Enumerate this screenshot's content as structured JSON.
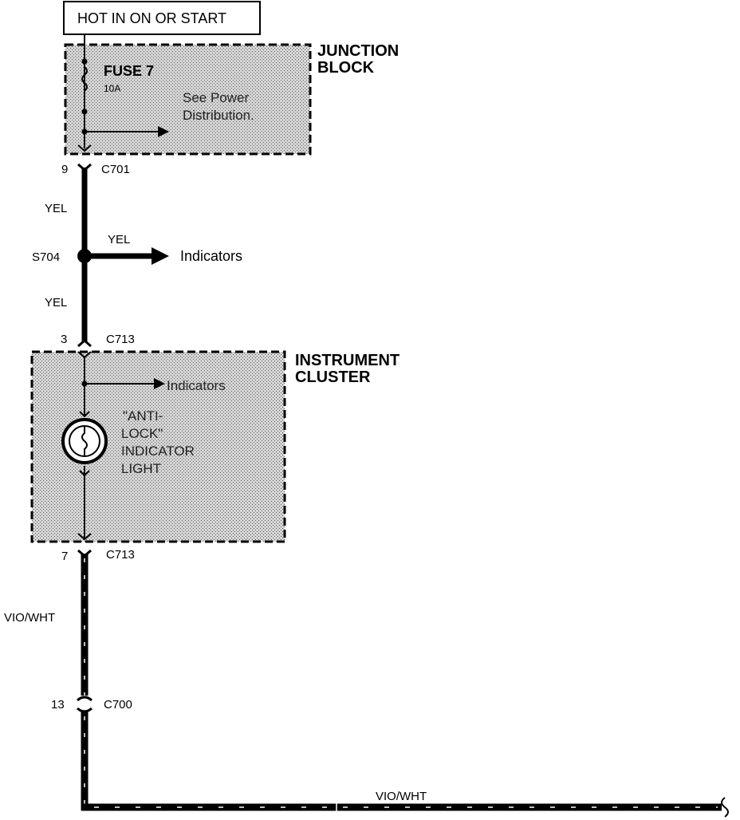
{
  "power_label": "HOT IN ON OR START",
  "junction_block": {
    "title_line1": "JUNCTION",
    "title_line2": "BLOCK",
    "fuse_name": "FUSE 7",
    "fuse_rating": "10A",
    "note_line1": "See Power",
    "note_line2": "Distribution."
  },
  "connectors": {
    "c701": {
      "name": "C701",
      "pin": "9"
    },
    "c713_top": {
      "name": "C713",
      "pin": "3"
    },
    "c713_bottom": {
      "name": "C713",
      "pin": "7"
    },
    "c700": {
      "name": "C700",
      "pin": "13"
    }
  },
  "wires": {
    "yel_upper": "YEL",
    "yel_branch": "YEL",
    "yel_lower": "YEL",
    "vio_wht_vertical": "VIO/WHT",
    "vio_wht_horizontal": "VIO/WHT"
  },
  "splice": {
    "name": "S704",
    "branch_target": "Indicators"
  },
  "instrument_cluster": {
    "title_line1": "INSTRUMENT",
    "title_line2": "CLUSTER",
    "branch_target": "Indicators",
    "light_line1": "\"ANTI-",
    "light_line2": "LOCK\"",
    "light_line3": "INDICATOR",
    "light_line4": "LIGHT"
  },
  "colors": {
    "wire": "#000000",
    "shade": "#c8c8c8",
    "background": "#ffffff"
  }
}
